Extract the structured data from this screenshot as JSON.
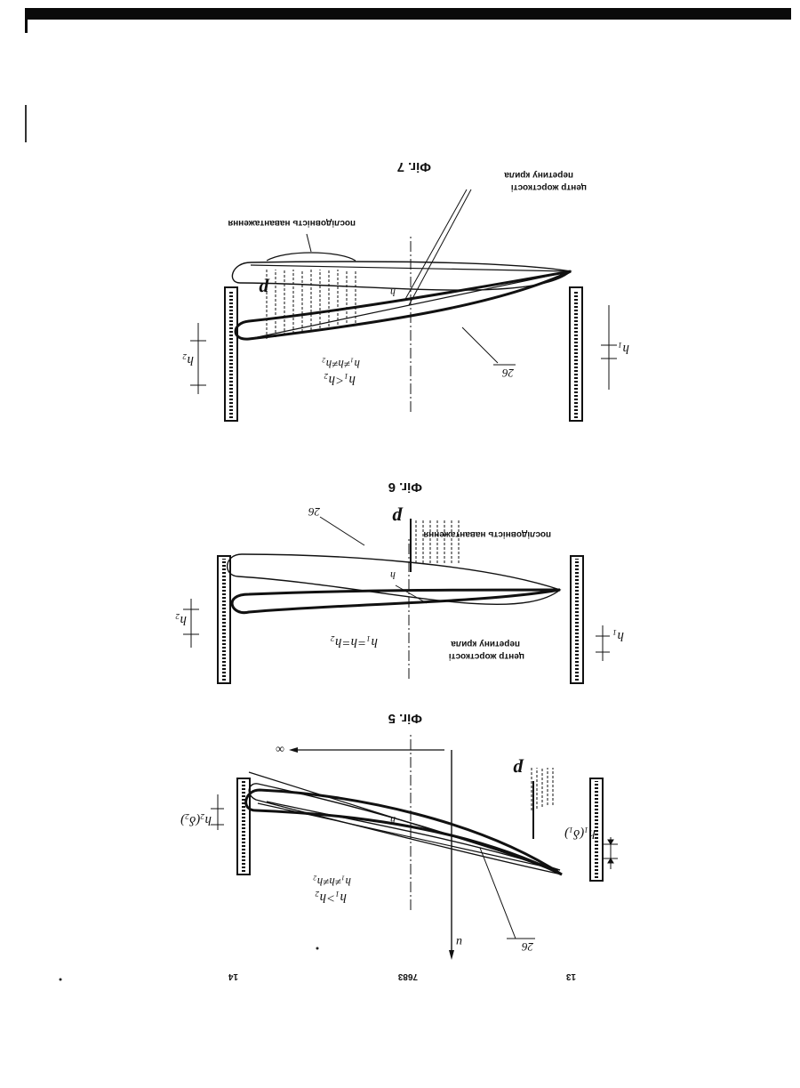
{
  "page_numbers": {
    "left": "13",
    "center": "7683",
    "right": "14"
  },
  "figures": {
    "fig5": {
      "caption": "Фіг. 5",
      "labels": {
        "p": "p",
        "u": "u",
        "infinity": "∞",
        "h1": "h₁(δ₁)",
        "h2": "h₂(δ₂)",
        "h_small": "h",
        "mark_26": "26",
        "ineq1": "h₁>h₂",
        "ineq2": "h₁≠h≠h₂"
      }
    },
    "fig6": {
      "caption": "Фіг. 6",
      "labels": {
        "p": "p",
        "h1": "h₁",
        "h2": "h₂",
        "h_small": "h",
        "mark_26": "26",
        "eq": "h₁=h=h₂",
        "load_seq": "послідовність навантаження",
        "center1": "центр жорсткості",
        "center2": "перетину крила"
      }
    },
    "fig7": {
      "caption": "Фіг. 7",
      "labels": {
        "p": "p",
        "h1": "h₁",
        "h2": "h₂",
        "h_small": "h",
        "mark_26": "26",
        "ineq1": "h₁<h₂",
        "ineq2": "h₁≠h≠h₂",
        "load_seq": "послідовність навантаження",
        "center1": "центр жорсткості",
        "center2": "перетину крила"
      }
    }
  }
}
